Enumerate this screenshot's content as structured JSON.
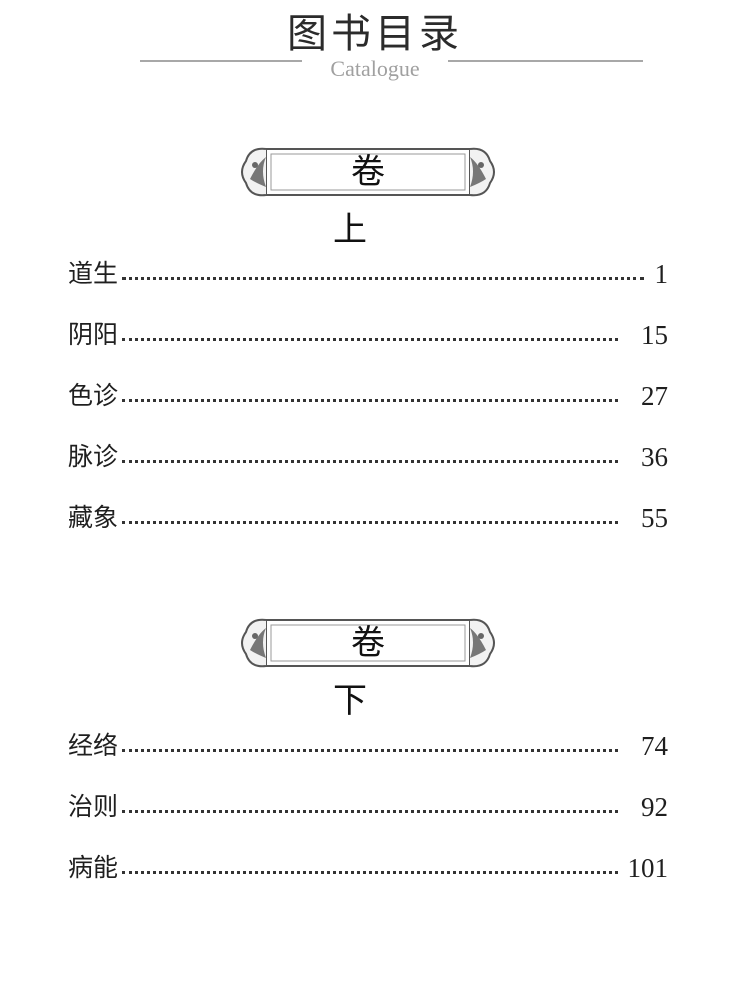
{
  "header": {
    "title": "图书目录",
    "subtitle": "Catalogue"
  },
  "sections": [
    {
      "label": "卷上",
      "items": [
        {
          "title": "道生",
          "page": "1"
        },
        {
          "title": "阴阳",
          "page": "15"
        },
        {
          "title": "色诊",
          "page": "27"
        },
        {
          "title": "脉诊",
          "page": "36"
        },
        {
          "title": "藏象",
          "page": "55"
        }
      ]
    },
    {
      "label": "卷下",
      "items": [
        {
          "title": "经络",
          "page": "74"
        },
        {
          "title": "治则",
          "page": "92"
        },
        {
          "title": "病能",
          "page": "101"
        }
      ]
    }
  ]
}
